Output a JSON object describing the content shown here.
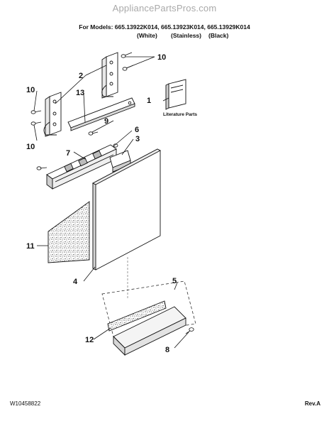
{
  "watermark": "AppliancePartsPros.com",
  "header": {
    "models": "For Models: 665.13922K014, 665.13923K014, 665.13929K014",
    "finishes": [
      "(White)",
      "(Stainless)",
      "(Black)"
    ]
  },
  "literature_label": "Literature Parts",
  "callouts": {
    "c1": "1",
    "c2": "2",
    "c3": "3",
    "c4": "4",
    "c5": "5",
    "c6": "6",
    "c7": "7",
    "c8": "8",
    "c9": "9",
    "c10a": "10",
    "c10b": "10",
    "c10c": "10",
    "c11": "11",
    "c12": "12",
    "c13": "13"
  },
  "footer": {
    "doc_number": "W10458822",
    "revision": "Rev.A"
  }
}
